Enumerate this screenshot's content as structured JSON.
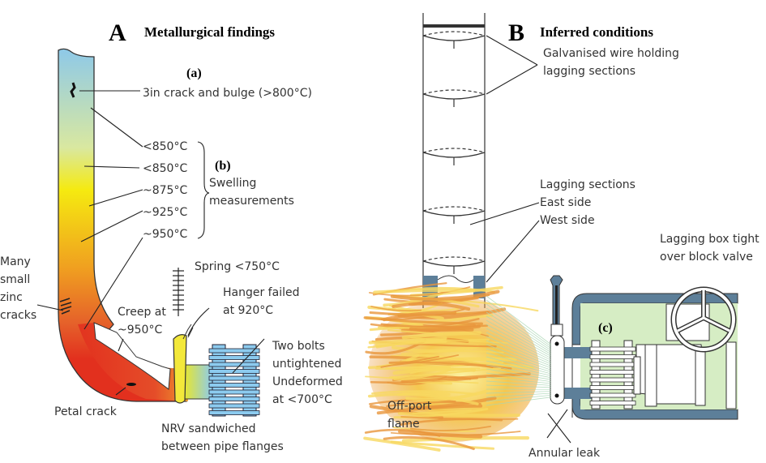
{
  "panels": {
    "a": {
      "letter": "A",
      "title": "Metallurgical findings"
    },
    "b": {
      "letter": "B",
      "title": "Inferred conditions"
    }
  },
  "tags": {
    "a": "(a)",
    "b": "(b)",
    "c": "(c)"
  },
  "labels_a": {
    "crack_bulge": "3in crack and bulge (>800°C)",
    "temps": [
      "<850°C",
      "<850°C",
      "~875°C",
      "~925°C",
      "~950°C"
    ],
    "swelling": "Swelling\nmeasurements",
    "zinc_cracks": "Many\nsmall\nzinc\ncracks",
    "creep": "Creep at\n~950°C",
    "spring": "Spring <750°C",
    "hanger": "Hanger failed\nat 920°C",
    "bolts": "Two bolts\nuntightened\nUndeformed\nat <700°C",
    "petal": "Petal crack",
    "nrv": "NRV sandwiched\nbetween pipe flanges"
  },
  "labels_b": {
    "wire": "Galvanised wire holding\nlagging sections",
    "lagging": "Lagging sections\nEast side\nWest side",
    "box": "Lagging box tight\nover block valve",
    "flame": "Off-port\nflame",
    "leak": "Annular leak"
  },
  "colors": {
    "pipe_cool": "#8ec9e8",
    "pipe_warm": "#f2e21a",
    "pipe_hot": "#e2301e",
    "flange_blue": "#8ccbef",
    "lagging_box": "#5d7f99",
    "valve_fill": "#d6edc4",
    "flame_orange": "#e9963c",
    "flame_yellow": "#f7e36a"
  }
}
